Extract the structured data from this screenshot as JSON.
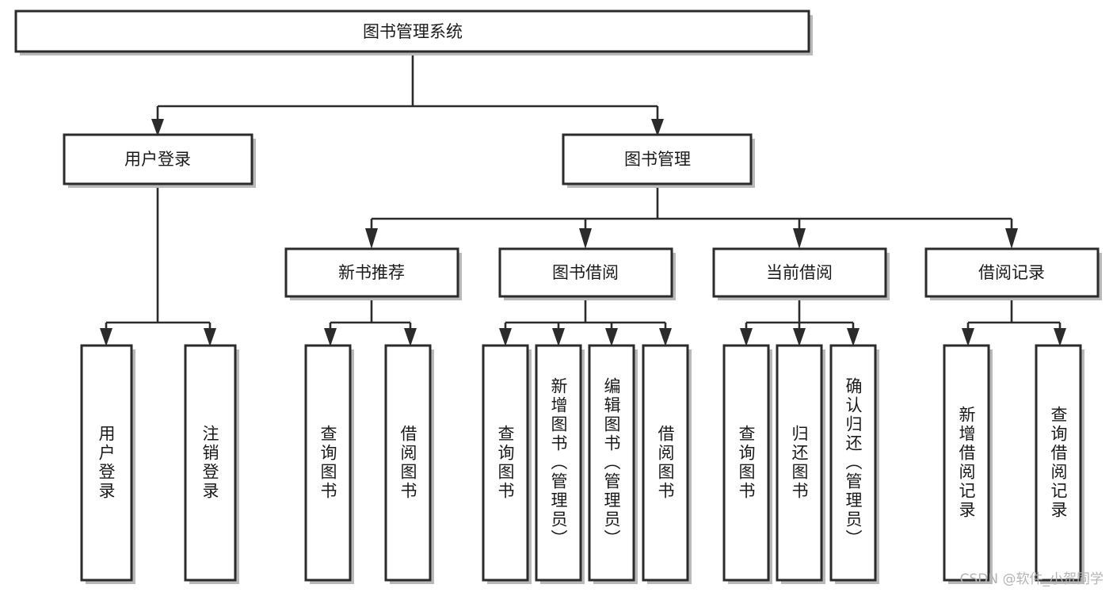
{
  "diagram": {
    "type": "tree-hierarchy",
    "title": "图书管理系统",
    "theme": {
      "background": "#ffffff",
      "box_fill": "#ffffff",
      "box_stroke": "#2b2b2b",
      "shadow": "#b9b9b9",
      "text": "#1a1a1a",
      "watermark": "#b4b4b4"
    },
    "root": {
      "label": "图书管理系统"
    },
    "level2": [
      {
        "label": "用户登录"
      },
      {
        "label": "图书管理"
      }
    ],
    "level3": [
      {
        "label": "新书推荐"
      },
      {
        "label": "图书借阅"
      },
      {
        "label": "当前借阅"
      },
      {
        "label": "借阅记录"
      }
    ],
    "leaves": {
      "user_login": [
        {
          "label": "用户登录"
        },
        {
          "label": "注销登录"
        }
      ],
      "new_book_recommend": [
        {
          "label": "查询图书"
        },
        {
          "label": "借阅图书"
        }
      ],
      "book_borrow": [
        {
          "label": "查询图书"
        },
        {
          "label": "新增图书（管理员）"
        },
        {
          "label": "编辑图书（管理员）"
        },
        {
          "label": "借阅图书"
        }
      ],
      "current_borrow": [
        {
          "label": "查询图书"
        },
        {
          "label": "归还图书"
        },
        {
          "label": "确认归还（管理员）"
        }
      ],
      "borrow_records": [
        {
          "label": "新增借阅记录"
        },
        {
          "label": "查询借阅记录"
        }
      ]
    }
  },
  "watermark": {
    "text": "CSDN @软件_小贺同学"
  }
}
